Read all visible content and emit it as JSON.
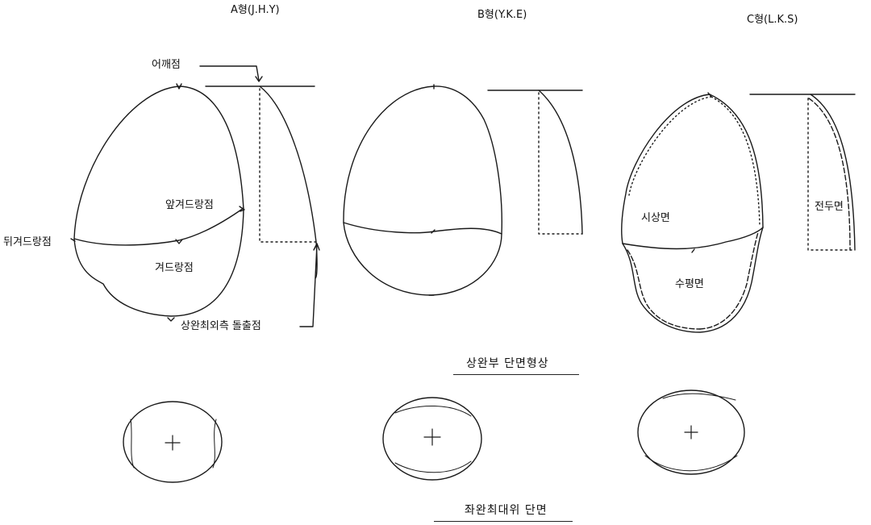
{
  "types": [
    {
      "label": "A형(J.H.Y)"
    },
    {
      "label": "B형(Y.K.E)"
    },
    {
      "label": "C형(L.K.S)"
    }
  ],
  "annotations": {
    "shoulder_point": "어깨점",
    "front_armpit_point": "앞겨드랑점",
    "back_armpit_point": "뒤겨드랑점",
    "armpit_point": "겨드랑점",
    "upper_arm_lateral_point": "상완최외측 돌출점",
    "sagittal_plane": "시상면",
    "frontal_plane": "전두면",
    "horizontal_plane": "수평면"
  },
  "captions": {
    "upper_arm_section": "상완부 단면형상",
    "max_arm_girth_section": "좌완최대위 단면"
  }
}
